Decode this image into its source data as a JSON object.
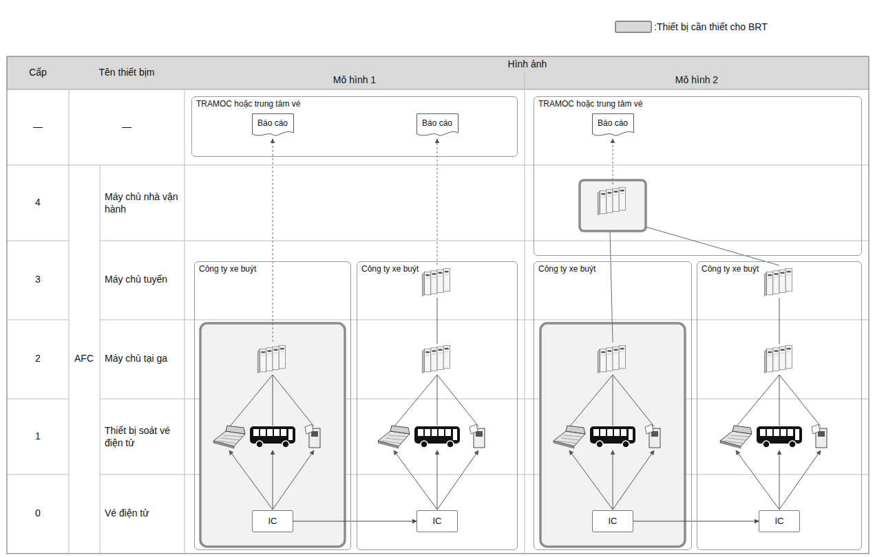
{
  "diagram": {
    "nodes": [
      {
        "text": [
          "TRAMOC hoặc trung tâm vé"
        ]
      },
      {
        "text": [
          "Báo cáo"
        ],
        "in": 0
      },
      {
        "text": [
          "Báo cáo"
        ],
        "in": 0
      },
      {
        "text": [
          "Công ty xe buýt"
        ]
      },
      {
        "text": [
          "IC"
        ],
        "in": 3
      },
      {
        "text": [
          "Công ty xe buýt"
        ]
      },
      {
        "text": [
          "IC"
        ],
        "in": 5
      },
      {
        "text": [
          "TRAMOC hoặc trung tâm vé"
        ]
      },
      {
        "text": [
          "Báo cáo"
        ],
        "in": 7
      },
      {
        "text": [
          "Công ty xe buýt"
        ]
      },
      {
        "text": [
          "IC"
        ],
        "in": 9
      },
      {
        "text": [
          "Công ty xe buýt"
        ]
      },
      {
        "text": [
          "IC"
        ],
        "in": 11
      }
    ],
    "edges": [
      {
        "from": 4,
        "to": 6,
        "arrow": "to"
      },
      {
        "from": 10,
        "to": 12,
        "arrow": "to"
      }
    ],
    "labels": [
      "Cấp",
      "Tên thiết bịm",
      "Hình ảnh",
      "Mô hình 1",
      "Mô hình 2",
      "—",
      "—",
      "4",
      "Máy chủ nhà vận hành",
      "3",
      "Máy chủ tuyến",
      "2",
      "Máy chủ tại ga",
      "1",
      "Thiết bị soát vé điện tử",
      "0",
      "Vé điện tử",
      "AFC"
    ],
    "legend": [
      {
        "text": ":Thiết bị cần thiết cho BRT",
        "color": "#d9d9d9"
      }
    ]
  }
}
